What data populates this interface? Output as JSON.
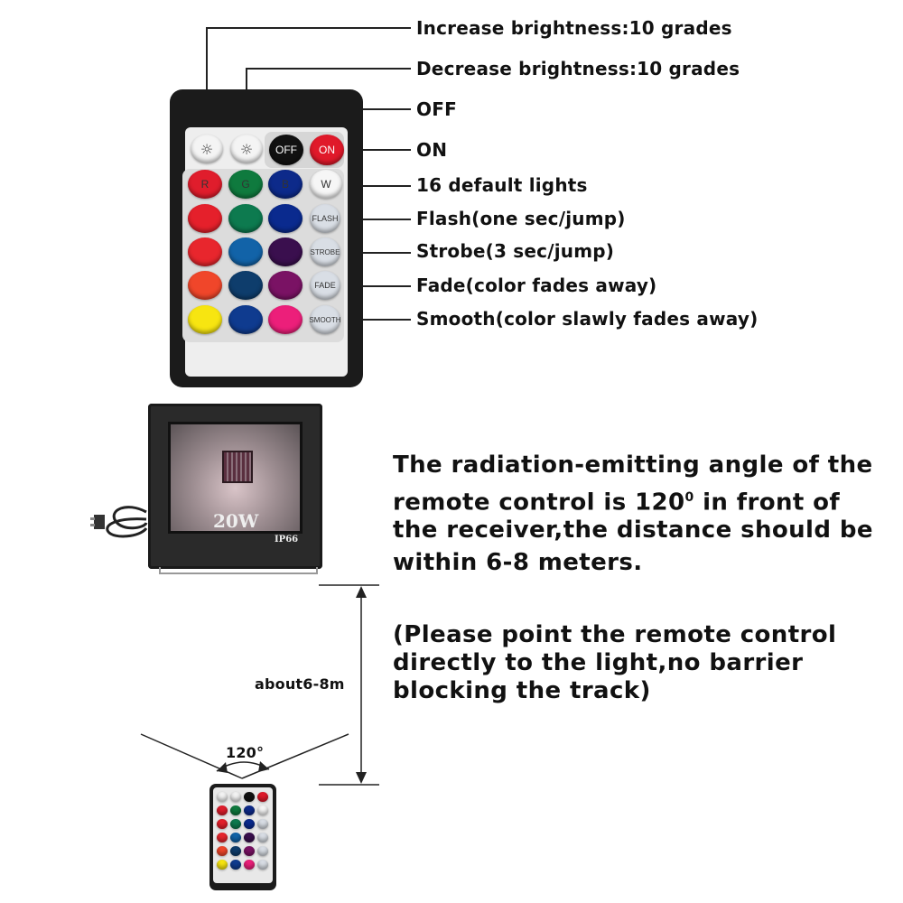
{
  "labels": {
    "increase": "Increase brightness:10 grades",
    "decrease": "Decrease brightness:10 grades",
    "off": "OFF",
    "on": "ON",
    "default_lights": "16 default lights",
    "flash": "Flash(one sec/jump)",
    "strobe": "Strobe(3 sec/jump)",
    "fade": "Fade(color fades away)",
    "smooth": "Smooth(color slawly fades away)"
  },
  "remote_buttons": {
    "off": "OFF",
    "on": "ON",
    "r": "R",
    "g": "G",
    "b": "B",
    "w": "W",
    "flash": "FLASH",
    "strobe": "STROBE",
    "fade": "FADE",
    "smooth": "SMOOTH"
  },
  "floodlight": {
    "wattage": "20W",
    "rating": "IP66"
  },
  "info": {
    "line1": "The radiation-emitting angle of the",
    "line2_pre": "remote control is 120",
    "line2_sup": "0",
    "line2_post": " in front of",
    "line3": "the receiver,the distance should be",
    "line4": "within 6-8 meters.",
    "note1": "(Please point the remote control",
    "note2": "directly to the light,no barrier",
    "note3": "blocking the track)"
  },
  "distance_label": "about6-8m",
  "angle_label": "120°",
  "colors": {
    "off_button": "#111111",
    "on_button": "#e0192a",
    "red": "#e01d2c",
    "green": "#0f7a3e",
    "blue": "#0d2a8a",
    "yellow": "#f7e511",
    "pink": "#ec1f7a"
  }
}
